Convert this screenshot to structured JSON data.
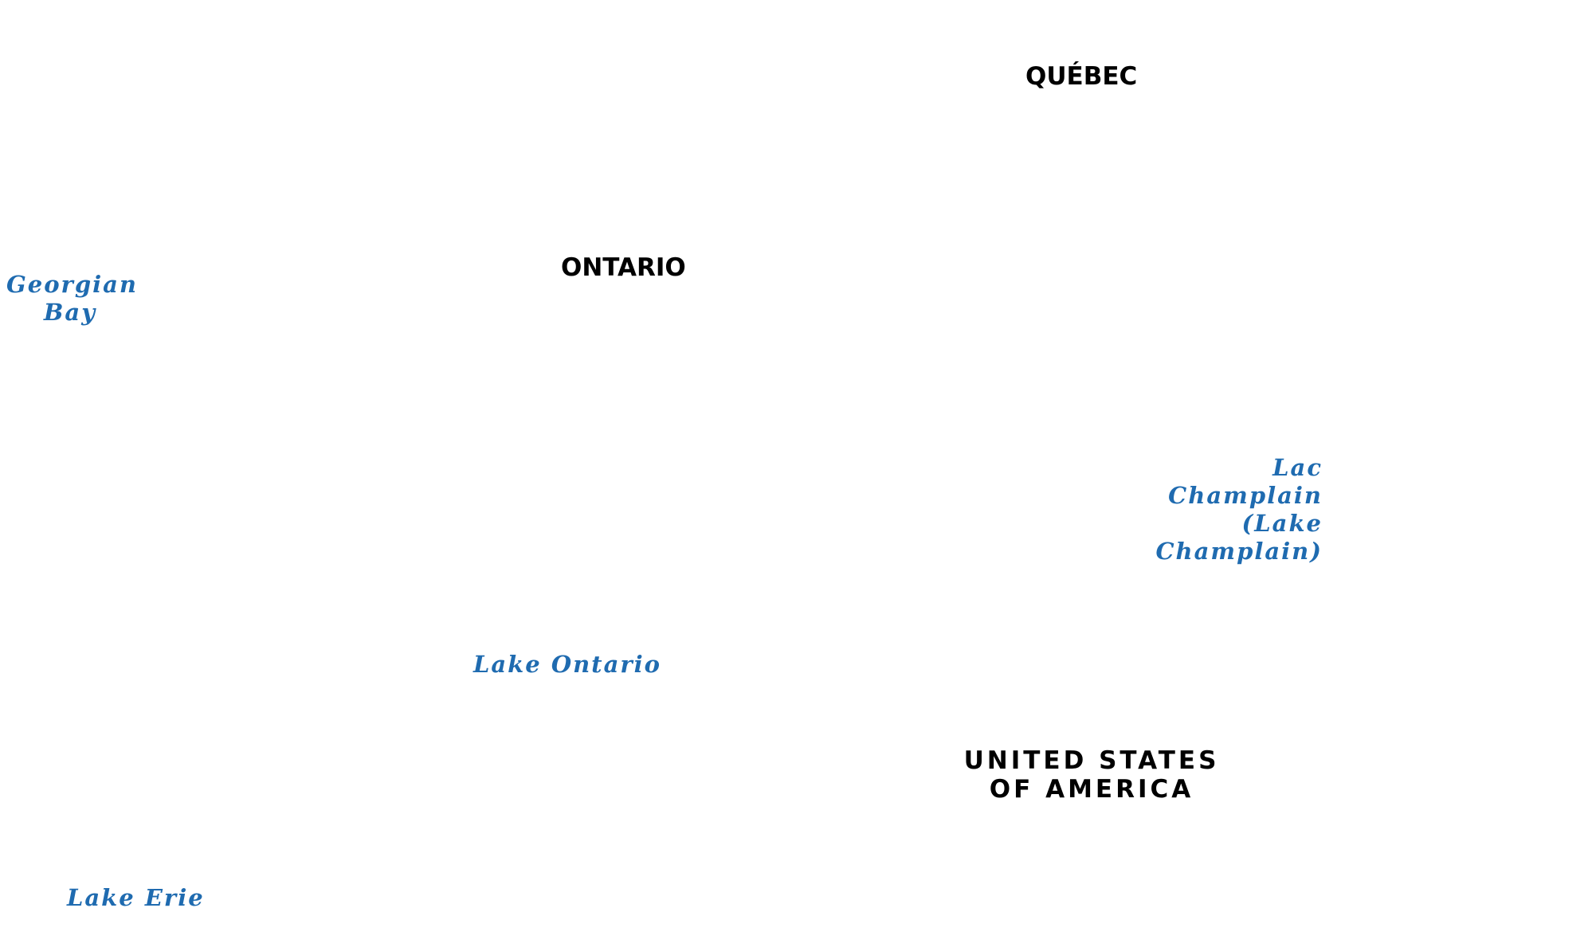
{
  "map": {
    "water_color": "#1f6bb0",
    "text_color": "#000000",
    "regions": {
      "quebec": "QUÉBEC",
      "ontario": "ONTARIO",
      "usa": [
        "UNITED STATES",
        "OF AMERICA"
      ]
    },
    "water_bodies": {
      "georgian_bay": [
        "Georgian",
        "Bay"
      ],
      "lake_champlain": [
        "Lac",
        "Champlain",
        "(Lake",
        "Champlain)"
      ],
      "lake_ontario": "Lake Ontario",
      "lake_erie": "Lake Erie"
    }
  }
}
